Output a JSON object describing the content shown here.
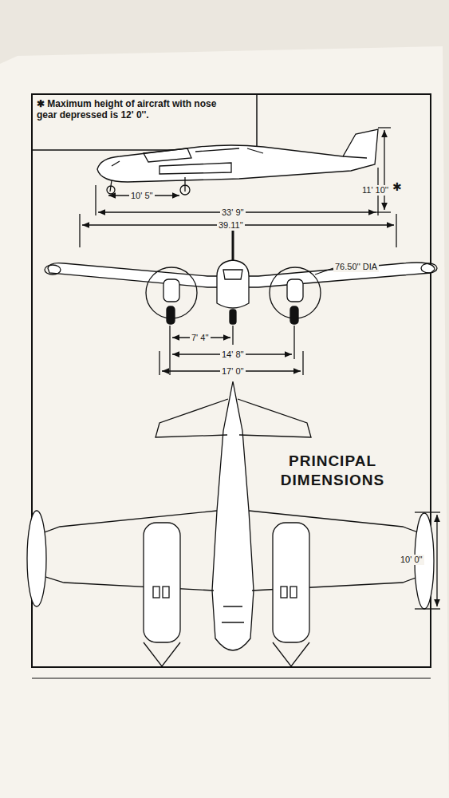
{
  "diagram": {
    "title": "PRINCIPAL DIMENSIONS",
    "labels": [
      "✱ Maximum height of aircraft with nose gear depressed is 12' 0''.",
      "11' 10''",
      "✱",
      "10' 5''",
      "33' 9''",
      "39.11''",
      "76.50'' DIA",
      "7' 4''",
      "14' 8''",
      "17' 0''",
      "10' 0''"
    ]
  }
}
